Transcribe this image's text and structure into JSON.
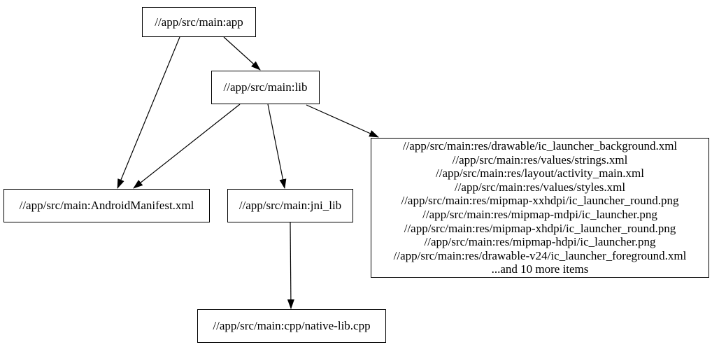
{
  "diagram": {
    "type": "dependency-graph",
    "background_color": "#ffffff",
    "node_border_color": "#000000",
    "text_color": "#000000",
    "edge_color": "#000000",
    "nodes": {
      "app": {
        "label": "//app/src/main:app"
      },
      "lib": {
        "label": "//app/src/main:lib"
      },
      "manifest": {
        "label": "//app/src/main:AndroidManifest.xml"
      },
      "jni_lib": {
        "label": "//app/src/main:jni_lib"
      },
      "res_group": {
        "lines": [
          "//app/src/main:res/drawable/ic_launcher_background.xml",
          "//app/src/main:res/values/strings.xml",
          "//app/src/main:res/layout/activity_main.xml",
          "//app/src/main:res/values/styles.xml",
          "//app/src/main:res/mipmap-xxhdpi/ic_launcher_round.png",
          "//app/src/main:res/mipmap-mdpi/ic_launcher.png",
          "//app/src/main:res/mipmap-xhdpi/ic_launcher_round.png",
          "//app/src/main:res/mipmap-hdpi/ic_launcher.png",
          "//app/src/main:res/drawable-v24/ic_launcher_foreground.xml",
          "...and 10 more items"
        ]
      },
      "native_lib": {
        "label": "//app/src/main:cpp/native-lib.cpp"
      }
    },
    "edges": [
      {
        "from": "app",
        "to": "lib"
      },
      {
        "from": "app",
        "to": "manifest"
      },
      {
        "from": "lib",
        "to": "manifest"
      },
      {
        "from": "lib",
        "to": "jni_lib"
      },
      {
        "from": "lib",
        "to": "res_group"
      },
      {
        "from": "jni_lib",
        "to": "native_lib"
      }
    ]
  }
}
